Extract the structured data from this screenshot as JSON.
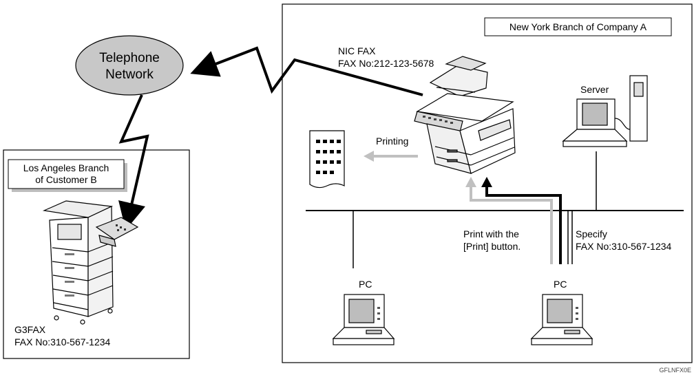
{
  "cloud": {
    "line1": "Telephone",
    "line2": "Network"
  },
  "la_branch": {
    "title_line1": "Los Angeles Branch",
    "title_line2": "of Customer B",
    "device_line1": "G3FAX",
    "device_line2": "FAX No:310-567-1234"
  },
  "ny_branch": {
    "title": "New York Branch of Company A",
    "nic_line1": "NIC FAX",
    "nic_line2": "FAX No:212-123-5678",
    "printing": "Printing",
    "server": "Server",
    "pc_left": "PC",
    "pc_right": "PC",
    "print_line1": "Print with the",
    "print_line2": "[Print] button.",
    "specify_line1": "Specify",
    "specify_line2": "FAX No:310-567-1234"
  },
  "figure_code": "GFLNFX0E",
  "colors": {
    "cloud_fill": "#c8c8c8",
    "print_arrow": "#c0c0c0",
    "line": "#000000"
  }
}
